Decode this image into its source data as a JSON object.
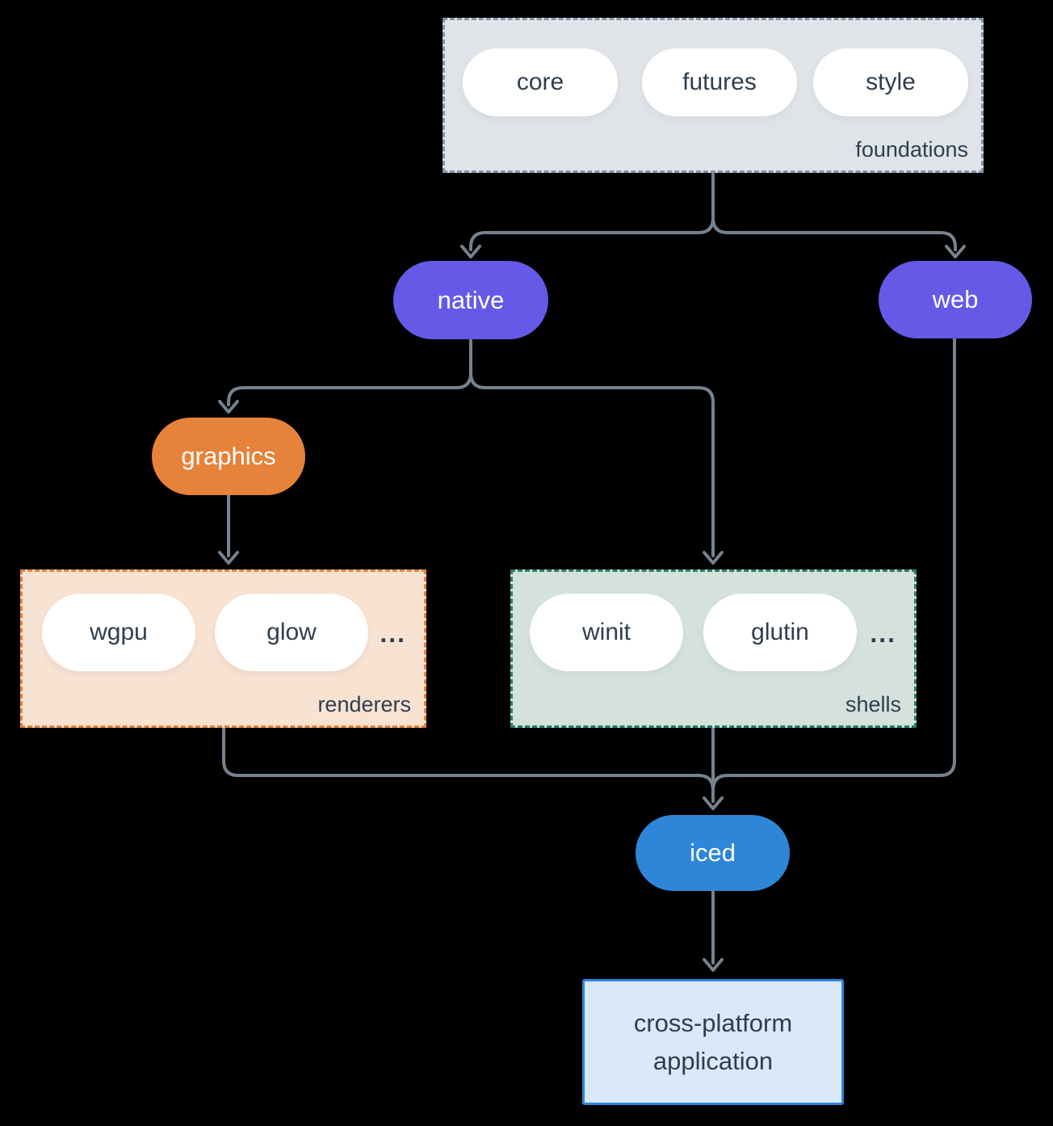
{
  "diagram": {
    "background_color": "#000000",
    "connector_color": "#76828e",
    "text_color": "#2f3e4e",
    "nodes": {
      "foundations": {
        "label": "foundations",
        "fill": "#e0e4e8",
        "border_color": "#8595a5",
        "pills": [
          "core",
          "futures",
          "style"
        ]
      },
      "native": {
        "label": "native",
        "fill": "#6559e8"
      },
      "web": {
        "label": "web",
        "fill": "#6559e8"
      },
      "graphics": {
        "label": "graphics",
        "fill": "#e7823a"
      },
      "renderers": {
        "label": "renderers",
        "fill": "#f8e2d2",
        "border_color": "#e7823a",
        "pills": [
          "wgpu",
          "glow"
        ],
        "ellipsis": "..."
      },
      "shells": {
        "label": "shells",
        "fill": "#d5e2dc",
        "border_color": "#2a7d6e",
        "pills": [
          "winit",
          "glutin"
        ],
        "ellipsis": "..."
      },
      "iced": {
        "label": "iced",
        "fill": "#2e86d8"
      },
      "application": {
        "fill": "#d9e9f9",
        "border_color": "#2e86de",
        "lines": [
          "cross-platform",
          "application"
        ]
      }
    }
  }
}
